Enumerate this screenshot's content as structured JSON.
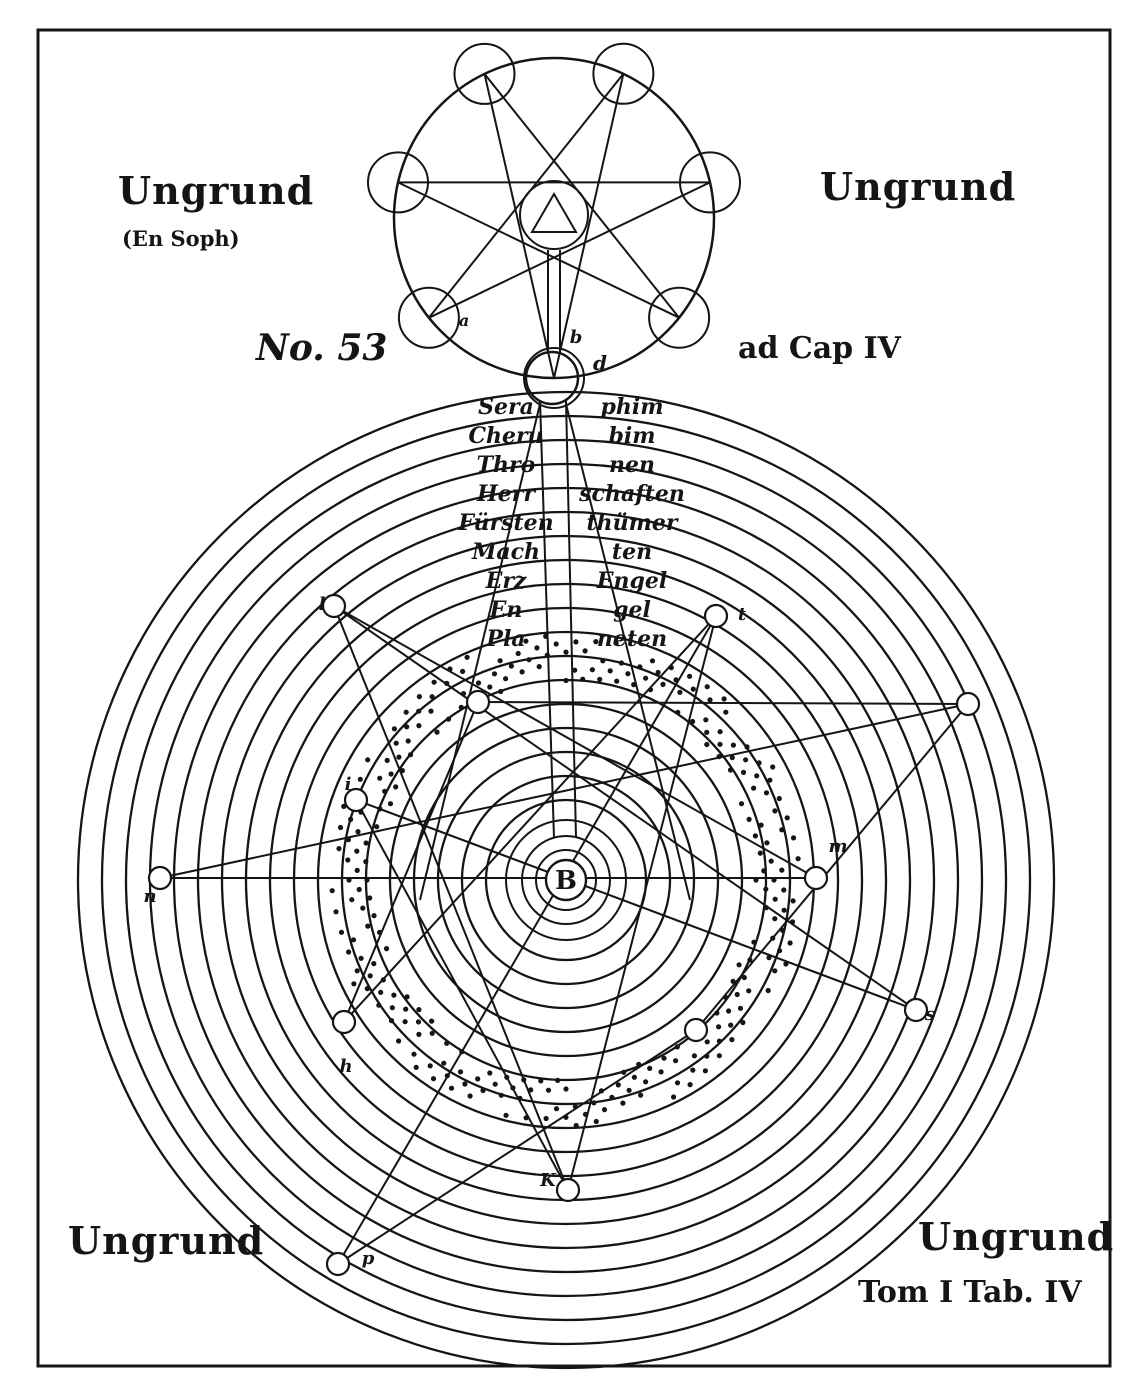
{
  "plate": {
    "label_top_left": "Ungrund",
    "label_top_left_sub": "(En Soph)",
    "label_top_right": "Ungrund",
    "label_bottom_left": "Ungrund",
    "label_bottom_right": "Ungrund",
    "number": "No. 53",
    "chapter_ref": "ad Cap IV",
    "table_ref": "Tom I Tab. IV",
    "center_letter": "B"
  },
  "upper_figure": {
    "apex_letters": [
      "b",
      "d"
    ],
    "node_letter": "a"
  },
  "choir_ring_labels": [
    {
      "left": "Sera",
      "right": "phim"
    },
    {
      "left": "Cheru",
      "right": "bim"
    },
    {
      "left": "Thro",
      "right": "nen"
    },
    {
      "left": "Herr",
      "right": "schaften"
    },
    {
      "left": "Fürsten",
      "right": "thümer"
    },
    {
      "left": "Mach",
      "right": "ten"
    },
    {
      "left": "Erz",
      "right": "Engel"
    },
    {
      "left": "En",
      "right": "gel"
    },
    {
      "left": "Pla",
      "right": "neten"
    }
  ],
  "star_point_letters": [
    "l",
    "m",
    "n",
    "h",
    "p",
    "K",
    "s",
    "t",
    "i"
  ],
  "colors": {
    "ink": "#151515",
    "paper": "#ffffff"
  }
}
